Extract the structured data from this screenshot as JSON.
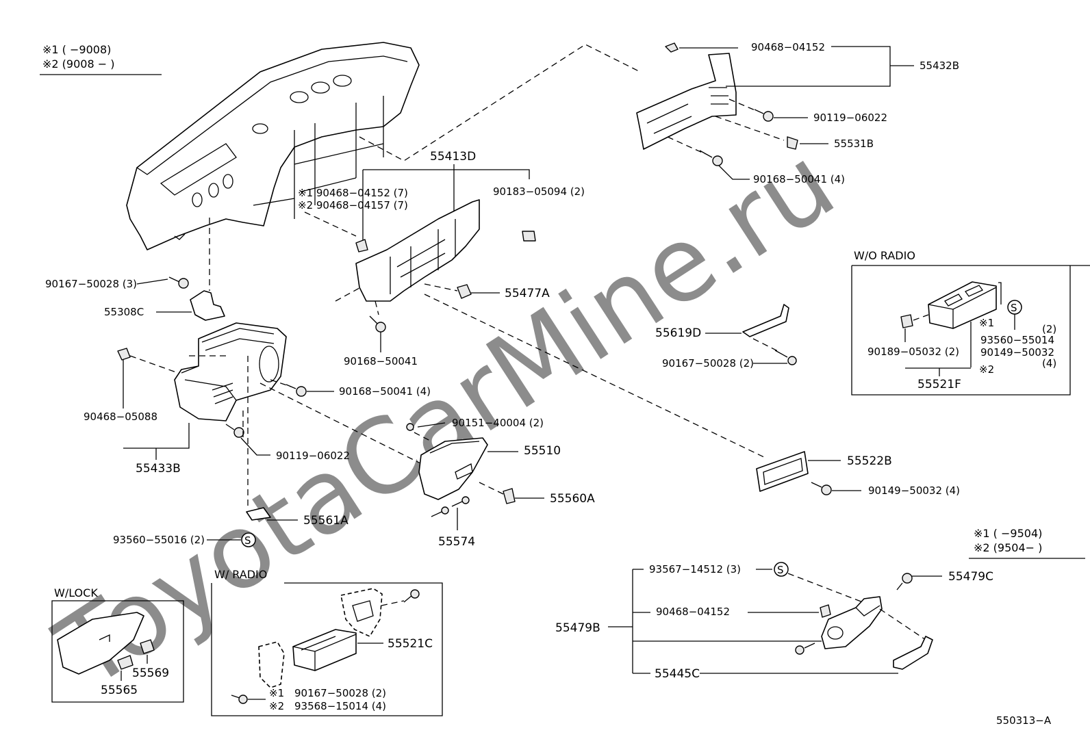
{
  "diagram": {
    "drawing_code": "550313−A",
    "watermark": "ToyotaCarMine.ru",
    "legend_top_left": {
      "line1": "※1 (        −9008)",
      "line2": "※2 (9008 −         )"
    },
    "legend_right": {
      "line1": "※1 (        −9504)",
      "line2": "※2 (9504−         )"
    },
    "labels": {
      "p90468_04152_top": "90468−04152",
      "p55432B": "55432B",
      "p90119_06022_top": "90119−06022",
      "p55531B": "55531B",
      "p90168_50041_4_top": "90168−50041 (4)",
      "p55413D": "55413D",
      "p90183_05094": "90183−05094 (2)",
      "n1_90468_04152_7": "※1  90468−04152 (7)",
      "n2_90468_04157_7": "※2  90468−04157 (7)",
      "p90167_50028_3": "90167−50028 (3)",
      "p55308C": "55308C",
      "p55477A": "55477A",
      "p90168_50041": "90168−50041",
      "p55619D": "55619D",
      "p90167_50028_2_mid": "90167−50028 (2)",
      "p90468_05088": "90468−05088",
      "p90168_50041_4_mid": "90168−50041 (4)",
      "p90151_40004": "90151−40004 (2)",
      "p55510": "55510",
      "p55522B": "55522B",
      "p90149_50032_4": "90149−50032 (4)",
      "p55433B": "55433B",
      "p90119_06022_mid": "90119−06022",
      "p55560A": "55560A",
      "p55561A": "55561A",
      "p55574": "55574",
      "p93560_55016": "93560−55016 (2)",
      "p93567_14512": "93567−14512 (3)",
      "p55479C": "55479C",
      "p90468_04152_bot": "90468−04152",
      "p55479B": "55479B",
      "p55445C": "55445C"
    },
    "boxes": {
      "wo_radio": {
        "title": "W/O RADIO",
        "n1": "※1",
        "n2": "※2",
        "qty_2": "(2)",
        "qty_4": "(4)",
        "p93560_55014": "93560−55014",
        "p90149_50032": "90149−50032",
        "p90189_05032": "90189−05032 (2)",
        "p55521F": "55521F"
      },
      "w_radio": {
        "title": "W/ RADIO",
        "p55521C": "55521C",
        "n1": "※1",
        "n2": "※2",
        "p90167_50028_2": "90167−50028 (2)",
        "p93568_15014_4": "93568−15014 (4)"
      },
      "w_lock": {
        "title": "W/LOCK",
        "p55569": "55569",
        "p55565": "55565"
      }
    },
    "symbols": {
      "s_mark": "S"
    }
  }
}
